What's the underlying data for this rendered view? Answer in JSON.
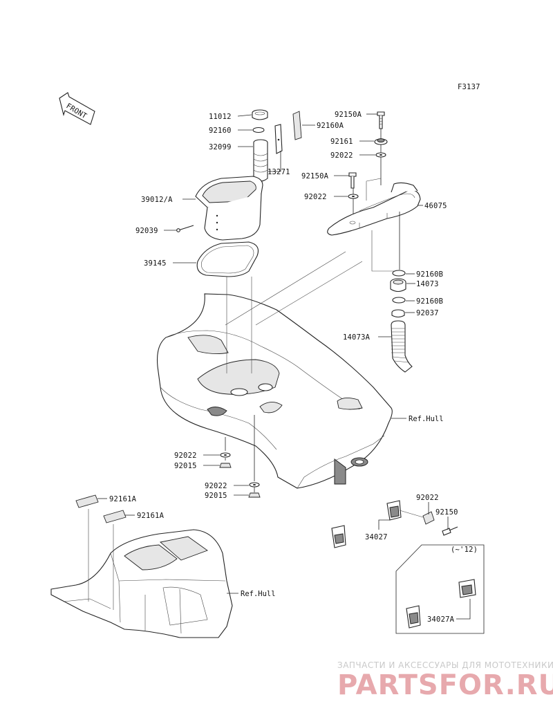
{
  "figure_code": "F3137",
  "front_arrow_label": "FRONT",
  "parts": {
    "p11012": "11012",
    "p92160": "92160",
    "p32099": "32099",
    "p13271": "13271",
    "p39012A": "39012/A",
    "p92039": "92039",
    "p39145": "39145",
    "p92150A_top": "92150A",
    "p92160A": "92160A",
    "p92161": "92161",
    "p92022_top": "92022",
    "p92150A_mid": "92150A",
    "p92022_mid": "92022",
    "p46075": "46075",
    "p92160B_1": "92160B",
    "p14073": "14073",
    "p92160B_2": "92160B",
    "p92037": "92037",
    "p14073A": "14073A",
    "ref_hull_1": "Ref.Hull",
    "p92022_b1": "92022",
    "p92015_b1": "92015",
    "p92022_b2": "92022",
    "p92015_b2": "92015",
    "p92022_r": "92022",
    "p92150": "92150",
    "p34027": "34027",
    "year_note": "(~'12)",
    "p34027A": "34027A",
    "p92161A_1": "92161A",
    "p92161A_2": "92161A",
    "ref_hull_2": "Ref.Hull"
  },
  "watermark": {
    "tagline": "ЗАПЧАСТИ И АКСЕССУАРЫ ДЛЯ МОТОТЕХНИКИ",
    "brand": "PARTSFOR.RU",
    "brand_color": "#e7a9ad"
  }
}
